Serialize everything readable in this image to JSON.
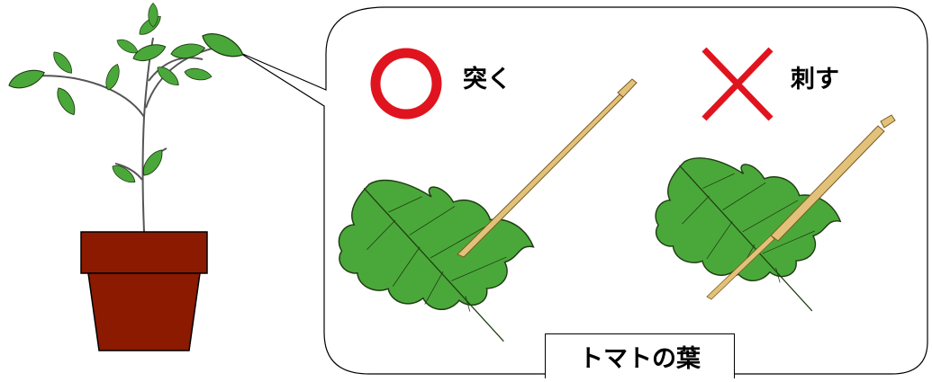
{
  "labels": {
    "good_action": "突く",
    "bad_action": "刺す",
    "caption": "トマトの葉"
  },
  "symbols": {
    "good": "circle-mark",
    "bad": "cross-mark"
  },
  "colors": {
    "leaf_fill": "#4aa83a",
    "leaf_stroke": "#1f3d12",
    "pot_fill": "#8b1a00",
    "mark_red": "#e0141e",
    "toothpick": "#e2c27a"
  }
}
